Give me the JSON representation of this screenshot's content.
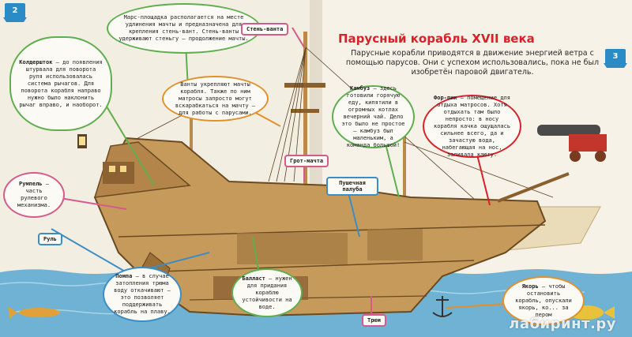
{
  "spread": {
    "page_left_number": "2",
    "page_right_number": "3",
    "title": "Парусный корабль XVII века",
    "intro": "Парусные корабли приводятся в движение энергией ветра с помощью парусов. Они с успехом использовались, пока не был изобретён паровой двигатель.",
    "watermark": "лабиринт.ру"
  },
  "labels": {
    "mars": "Марс-площадка располагается на месте удлинения мачты и предназначена для крепления стень-вант. Стень-ванты удерживают стеньгу — продолжение мачты.",
    "sten_vanta": "Стень-ванта",
    "kolderstok_title": "Колдершток",
    "kolderstok": "— до появления штурвала для поворота руля использовалась система рычагов. Для поворота корабля направо нужно было наклонить рычаг вправо, и наоборот.",
    "vanty": "Ванты укрепляют мачты корабля. Также по ним матросы запросто могут вскарабкаться на мачту — для работы с парусами.",
    "kambuz_title": "Камбуз",
    "kambuz": "— здесь готовили горячую еду, кипятили в огромных котлах вечерний чай. Дело это было не простое — камбуз был маленьким, а команда большой!",
    "forpik_title": "Фор-пик",
    "forpik": "— помещение для отдыха матросов. Хотя отдыхать там было непросто: в носу корабля качка ощущалась сильнее всего, да и зачастую вода, набегающая на нос, заливала каюту.",
    "grot_machta": "Грот-мачта",
    "pushechnaya": "Пушечная палуба",
    "rumpel_title": "Румпель",
    "rumpel": "— часть рулевого механизма.",
    "rul": "Руль",
    "pompa_title": "Помпа",
    "pompa": "— в случае затопления трюма воду откачивают — это позволяет поддерживать корабль на плаву.",
    "ballast_title": "Балласт",
    "ballast": "— нужен для придания кораблю устойчивости на воде.",
    "trum": "Трюм",
    "yakor_title": "Якорь",
    "yakor": "— чтобы остановить корабль, опускали якорь, ко... за пером"
  },
  "colors": {
    "accent_red": "#d6232a",
    "sea_blue": "#6fb2d3",
    "page_number_blue": "#2b8bc6",
    "bubble_green": "#5fae4f",
    "bubble_pink": "#d45b8a",
    "bubble_orange": "#e2902b",
    "bubble_red": "#d6232a",
    "bubble_blue": "#3b8dc4"
  }
}
